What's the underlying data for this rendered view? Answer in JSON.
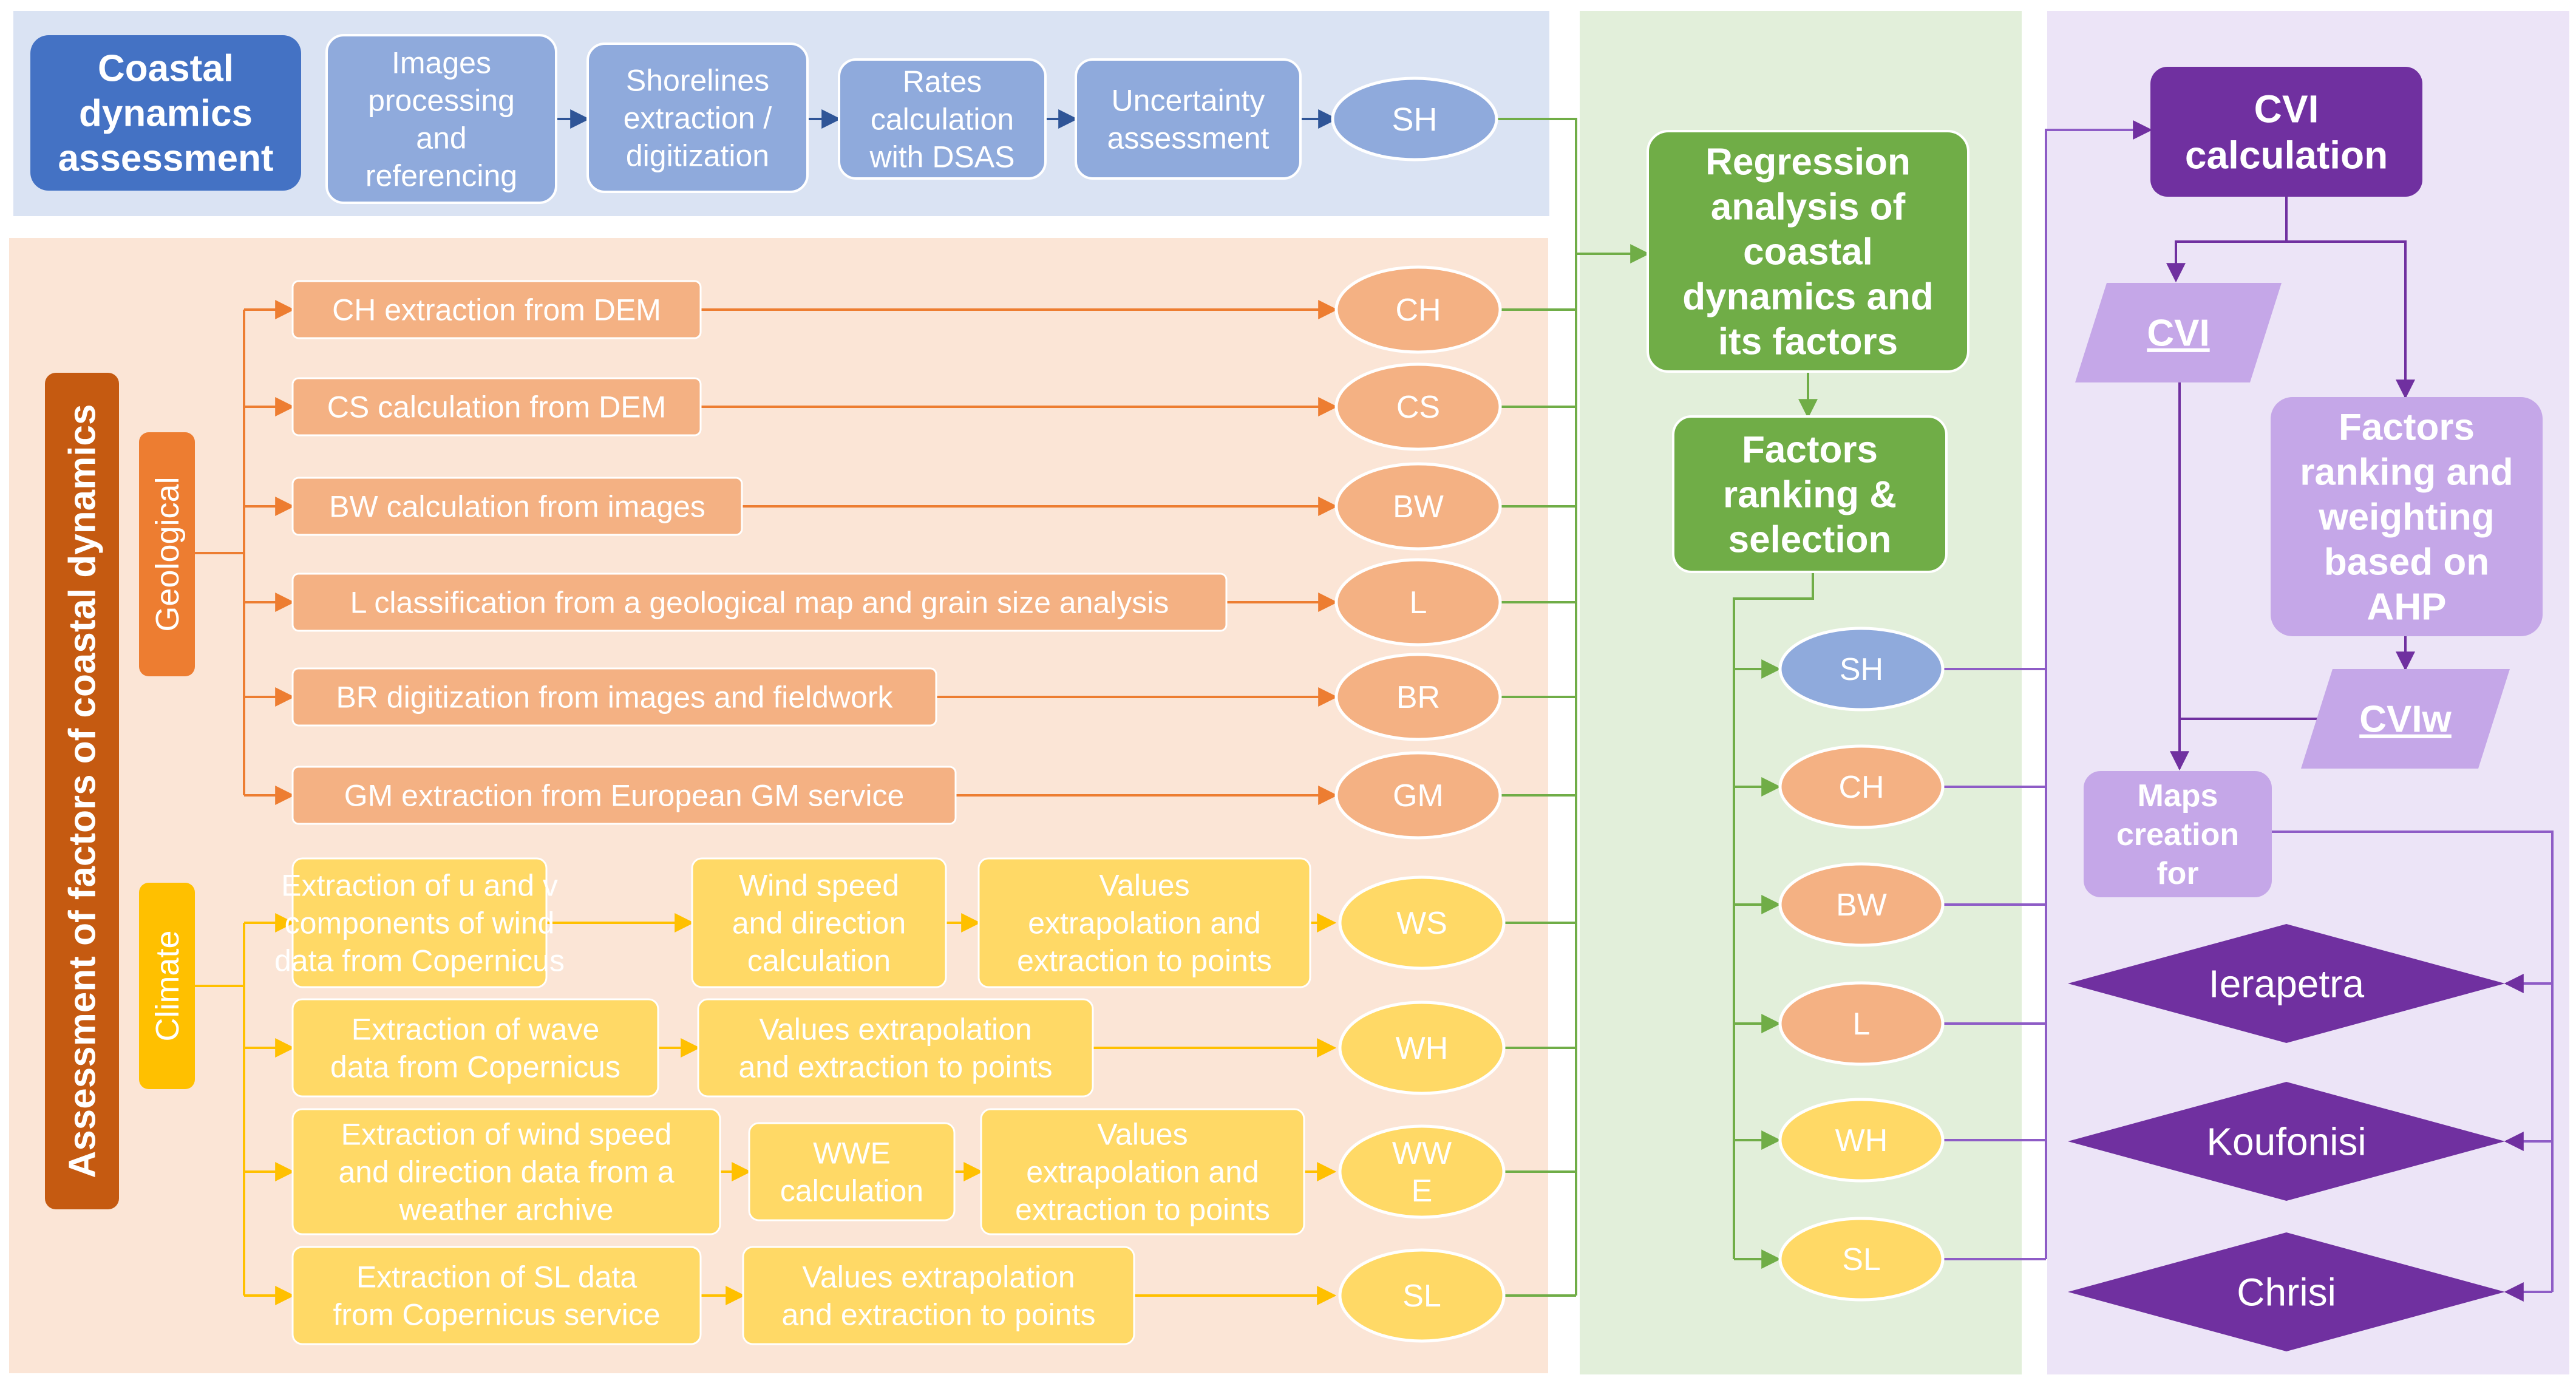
{
  "colors": {
    "panel_blue": "#dae3f3",
    "panel_peach": "#fbe5d6",
    "panel_green": "#e2efda",
    "panel_lavender": "#ece4f7",
    "blue_dark": "#4472c4",
    "blue_light": "#8faadc",
    "blue_line": "#2f5597",
    "orange_dark": "#c55a11",
    "orange_mid": "#ed7d31",
    "orange_light": "#f4b183",
    "yellow_dark": "#ffc000",
    "yellow_light": "#ffd966",
    "green_dark": "#70ad47",
    "green_line": "#548235",
    "purple_dark": "#7030a0",
    "purple_light": "#c5a7e8",
    "purple_line": "#8e5cc6"
  },
  "coastal": {
    "title": "Coastal dynamics assessment",
    "title_lines": [
      "Coastal",
      "dynamics",
      "assessment"
    ],
    "steps": [
      {
        "label": "Images processing and referencing",
        "lines": [
          "Images",
          "processing",
          "and",
          "referencing"
        ]
      },
      {
        "label": "Shorelines extraction / digitization",
        "lines": [
          "Shorelines",
          "extraction /",
          "digitization"
        ]
      },
      {
        "label": "Rates calculation with DSAS",
        "lines": [
          "Rates",
          "calculation",
          "with DSAS"
        ]
      },
      {
        "label": "Uncertainty assessment",
        "lines": [
          "Uncertainty",
          "assessment"
        ]
      }
    ],
    "output": "SH"
  },
  "factors": {
    "title": "Assessment of factors of coastal dynamics",
    "geological": {
      "label": "Geological",
      "rows": [
        {
          "task": "CH extraction from DEM",
          "output": "CH"
        },
        {
          "task": "CS calculation from DEM",
          "output": "CS"
        },
        {
          "task": "BW calculation from images",
          "output": "BW"
        },
        {
          "task": "L classification from a geological map and grain size analysis",
          "output": "L"
        },
        {
          "task": "BR digitization from images and fieldwork",
          "output": "BR"
        },
        {
          "task": "GM extraction from European GM service",
          "output": "GM"
        }
      ]
    },
    "climate": {
      "label": "Climate",
      "rows": [
        {
          "steps": [
            {
              "label": "Extraction of u and v components of wind data from Copernicus",
              "lines": [
                "Extraction of u and v",
                "components of wind",
                "data from Copernicus"
              ]
            },
            {
              "label": "Wind speed and direction calculation",
              "lines": [
                "Wind speed",
                "and direction",
                "calculation"
              ]
            },
            {
              "label": "Values extrapolation and extraction to points",
              "lines": [
                "Values",
                "extrapolation and",
                "extraction to points"
              ]
            }
          ],
          "output": "WS",
          "output_lines": [
            "WS"
          ]
        },
        {
          "steps": [
            {
              "label": "Extraction of wave data from Copernicus",
              "lines": [
                "Extraction of wave",
                "data from Copernicus"
              ]
            },
            {
              "label": "Values extrapolation and extraction to points",
              "lines": [
                "Values extrapolation",
                "and extraction to points"
              ]
            }
          ],
          "output": "WH",
          "output_lines": [
            "WH"
          ]
        },
        {
          "steps": [
            {
              "label": "Extraction of wind speed and direction data from a weather archive",
              "lines": [
                "Extraction of wind speed",
                "and direction data from a",
                "weather archive"
              ]
            },
            {
              "label": "WWE calculation",
              "lines": [
                "WWE",
                "calculation"
              ]
            },
            {
              "label": "Values extrapolation and extraction to points",
              "lines": [
                "Values",
                "extrapolation and",
                "extraction to points"
              ]
            }
          ],
          "output": "WWE",
          "output_lines": [
            "WW",
            "E"
          ]
        },
        {
          "steps": [
            {
              "label": "Extraction of SL data from Copernicus service",
              "lines": [
                "Extraction of SL data",
                "from Copernicus service"
              ]
            },
            {
              "label": "Values extrapolation and extraction to points",
              "lines": [
                "Values extrapolation",
                "and extraction to points"
              ]
            }
          ],
          "output": "SL",
          "output_lines": [
            "SL"
          ]
        }
      ]
    }
  },
  "regression": {
    "title": "Regression analysis of coastal dynamics and its factors",
    "title_lines": [
      "Regression",
      "analysis of",
      "coastal",
      "dynamics and",
      "its factors"
    ],
    "ranking": "Factors ranking & selection",
    "ranking_lines": [
      "Factors",
      "ranking &",
      "selection"
    ],
    "selected": [
      "SH",
      "CH",
      "BW",
      "L",
      "WH",
      "SL"
    ]
  },
  "cvi": {
    "calculation": "CVI calculation",
    "calculation_lines": [
      "CVI",
      "calculation"
    ],
    "cvi": "CVI",
    "weighting": "Factors ranking and weighting based on AHP",
    "weighting_lines": [
      "Factors",
      "ranking and",
      "weighting",
      "based on",
      "AHP"
    ],
    "cviw": "CVIw",
    "maps": "Maps creation for",
    "maps_lines": [
      "Maps",
      "creation",
      "for"
    ],
    "sites": [
      "Ierapetra",
      "Koufonisi",
      "Chrisi"
    ]
  }
}
